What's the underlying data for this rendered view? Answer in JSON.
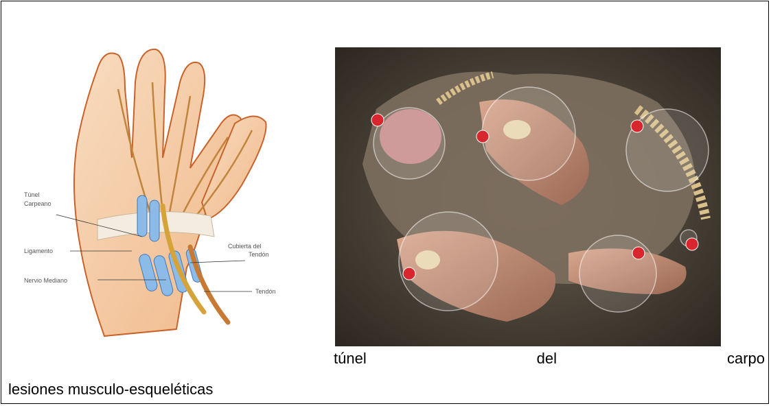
{
  "diagram": {
    "labels": {
      "tunnel": [
        "Túnel",
        "Carpeano"
      ],
      "ligament": "Ligamento",
      "median_nerve": "Nervio Mediano",
      "tendon_sheath": [
        "Cubierta del",
        "Tendón"
      ],
      "tendon": "Tendón"
    }
  },
  "caption": {
    "words": [
      "túnel",
      "del",
      "carpo"
    ]
  },
  "footer": {
    "text": "lesiones musculo-esqueléticas"
  },
  "colors": {
    "skin": "#f3c9a4",
    "skin_shadow": "#e07a3a",
    "nerve_blue": "#7fb0e0",
    "hotspot_red": "#d8262f",
    "photo_bg": "#3a342c"
  }
}
